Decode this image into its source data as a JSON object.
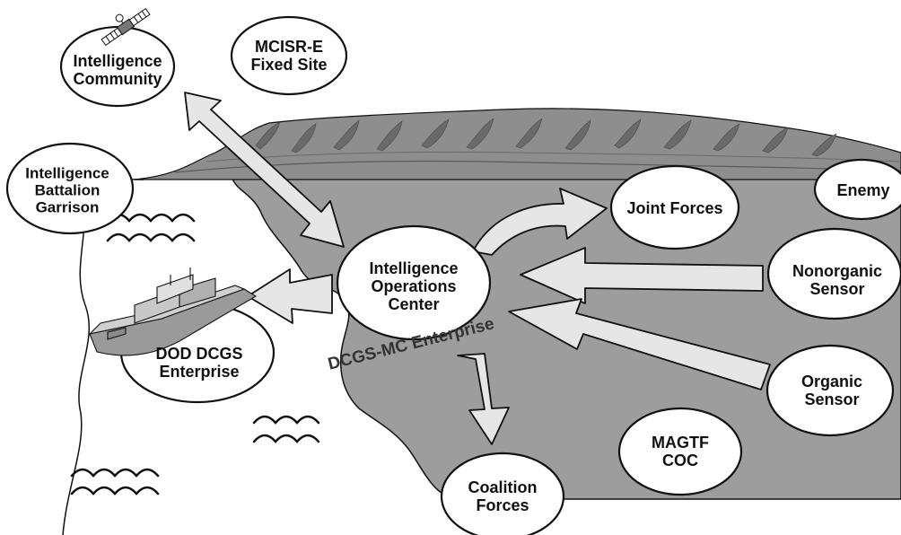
{
  "diagram": {
    "enterprise_label": "DCGS-MC Enterprise",
    "nodes": {
      "intelligence_community": "Intelligence\nCommunity",
      "mcisr_fixed_site": "MCISR-E\nFixed Site",
      "intel_battalion_garrison": "Intelligence\nBattalion\nGarrison",
      "joint_forces": "Joint Forces",
      "enemy": "Enemy",
      "intel_ops_center": "Intelligence\nOperations\nCenter",
      "nonorganic_sensor": "Nonorganic\nSensor",
      "dod_dcgs_enterprise": "DOD DCGS\nEnterprise",
      "organic_sensor": "Organic\nSensor",
      "magtf_coc": "MAGTF\nCOC",
      "coalition_forces": "Coalition\nForces"
    },
    "icons": [
      "satellite-icon",
      "ship-icon",
      "wave-icon",
      "mountain-range-icon"
    ],
    "colors": {
      "sea": "#9d9d9d",
      "mountain": "#8e8e8e",
      "arrow_fill": "#e6e6e6",
      "outline": "#111111"
    }
  }
}
